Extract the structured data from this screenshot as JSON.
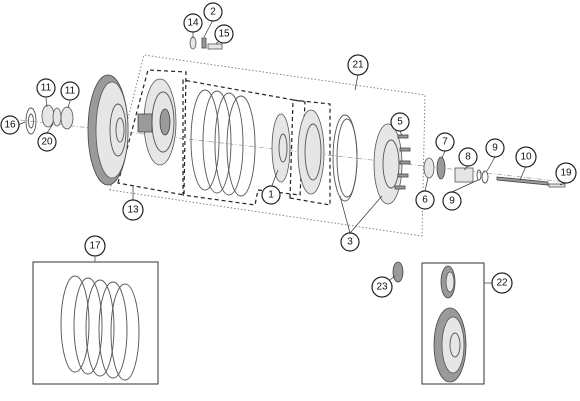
{
  "diagram": {
    "callouts": [
      {
        "id": "c1",
        "label": "1"
      },
      {
        "id": "c2",
        "label": "2"
      },
      {
        "id": "c3",
        "label": "3"
      },
      {
        "id": "c5",
        "label": "5"
      },
      {
        "id": "c6",
        "label": "6"
      },
      {
        "id": "c7",
        "label": "7"
      },
      {
        "id": "c8",
        "label": "8"
      },
      {
        "id": "c9a",
        "label": "9"
      },
      {
        "id": "c9b",
        "label": "9"
      },
      {
        "id": "c10",
        "label": "10"
      },
      {
        "id": "c11a",
        "label": "11"
      },
      {
        "id": "c11b",
        "label": "11"
      },
      {
        "id": "c13",
        "label": "13"
      },
      {
        "id": "c14",
        "label": "14"
      },
      {
        "id": "c15",
        "label": "15"
      },
      {
        "id": "c16",
        "label": "16"
      },
      {
        "id": "c17",
        "label": "17"
      },
      {
        "id": "c19",
        "label": "19"
      },
      {
        "id": "c20",
        "label": "20"
      },
      {
        "id": "c21",
        "label": "21"
      },
      {
        "id": "c22",
        "label": "22"
      },
      {
        "id": "c23",
        "label": "23"
      }
    ]
  }
}
